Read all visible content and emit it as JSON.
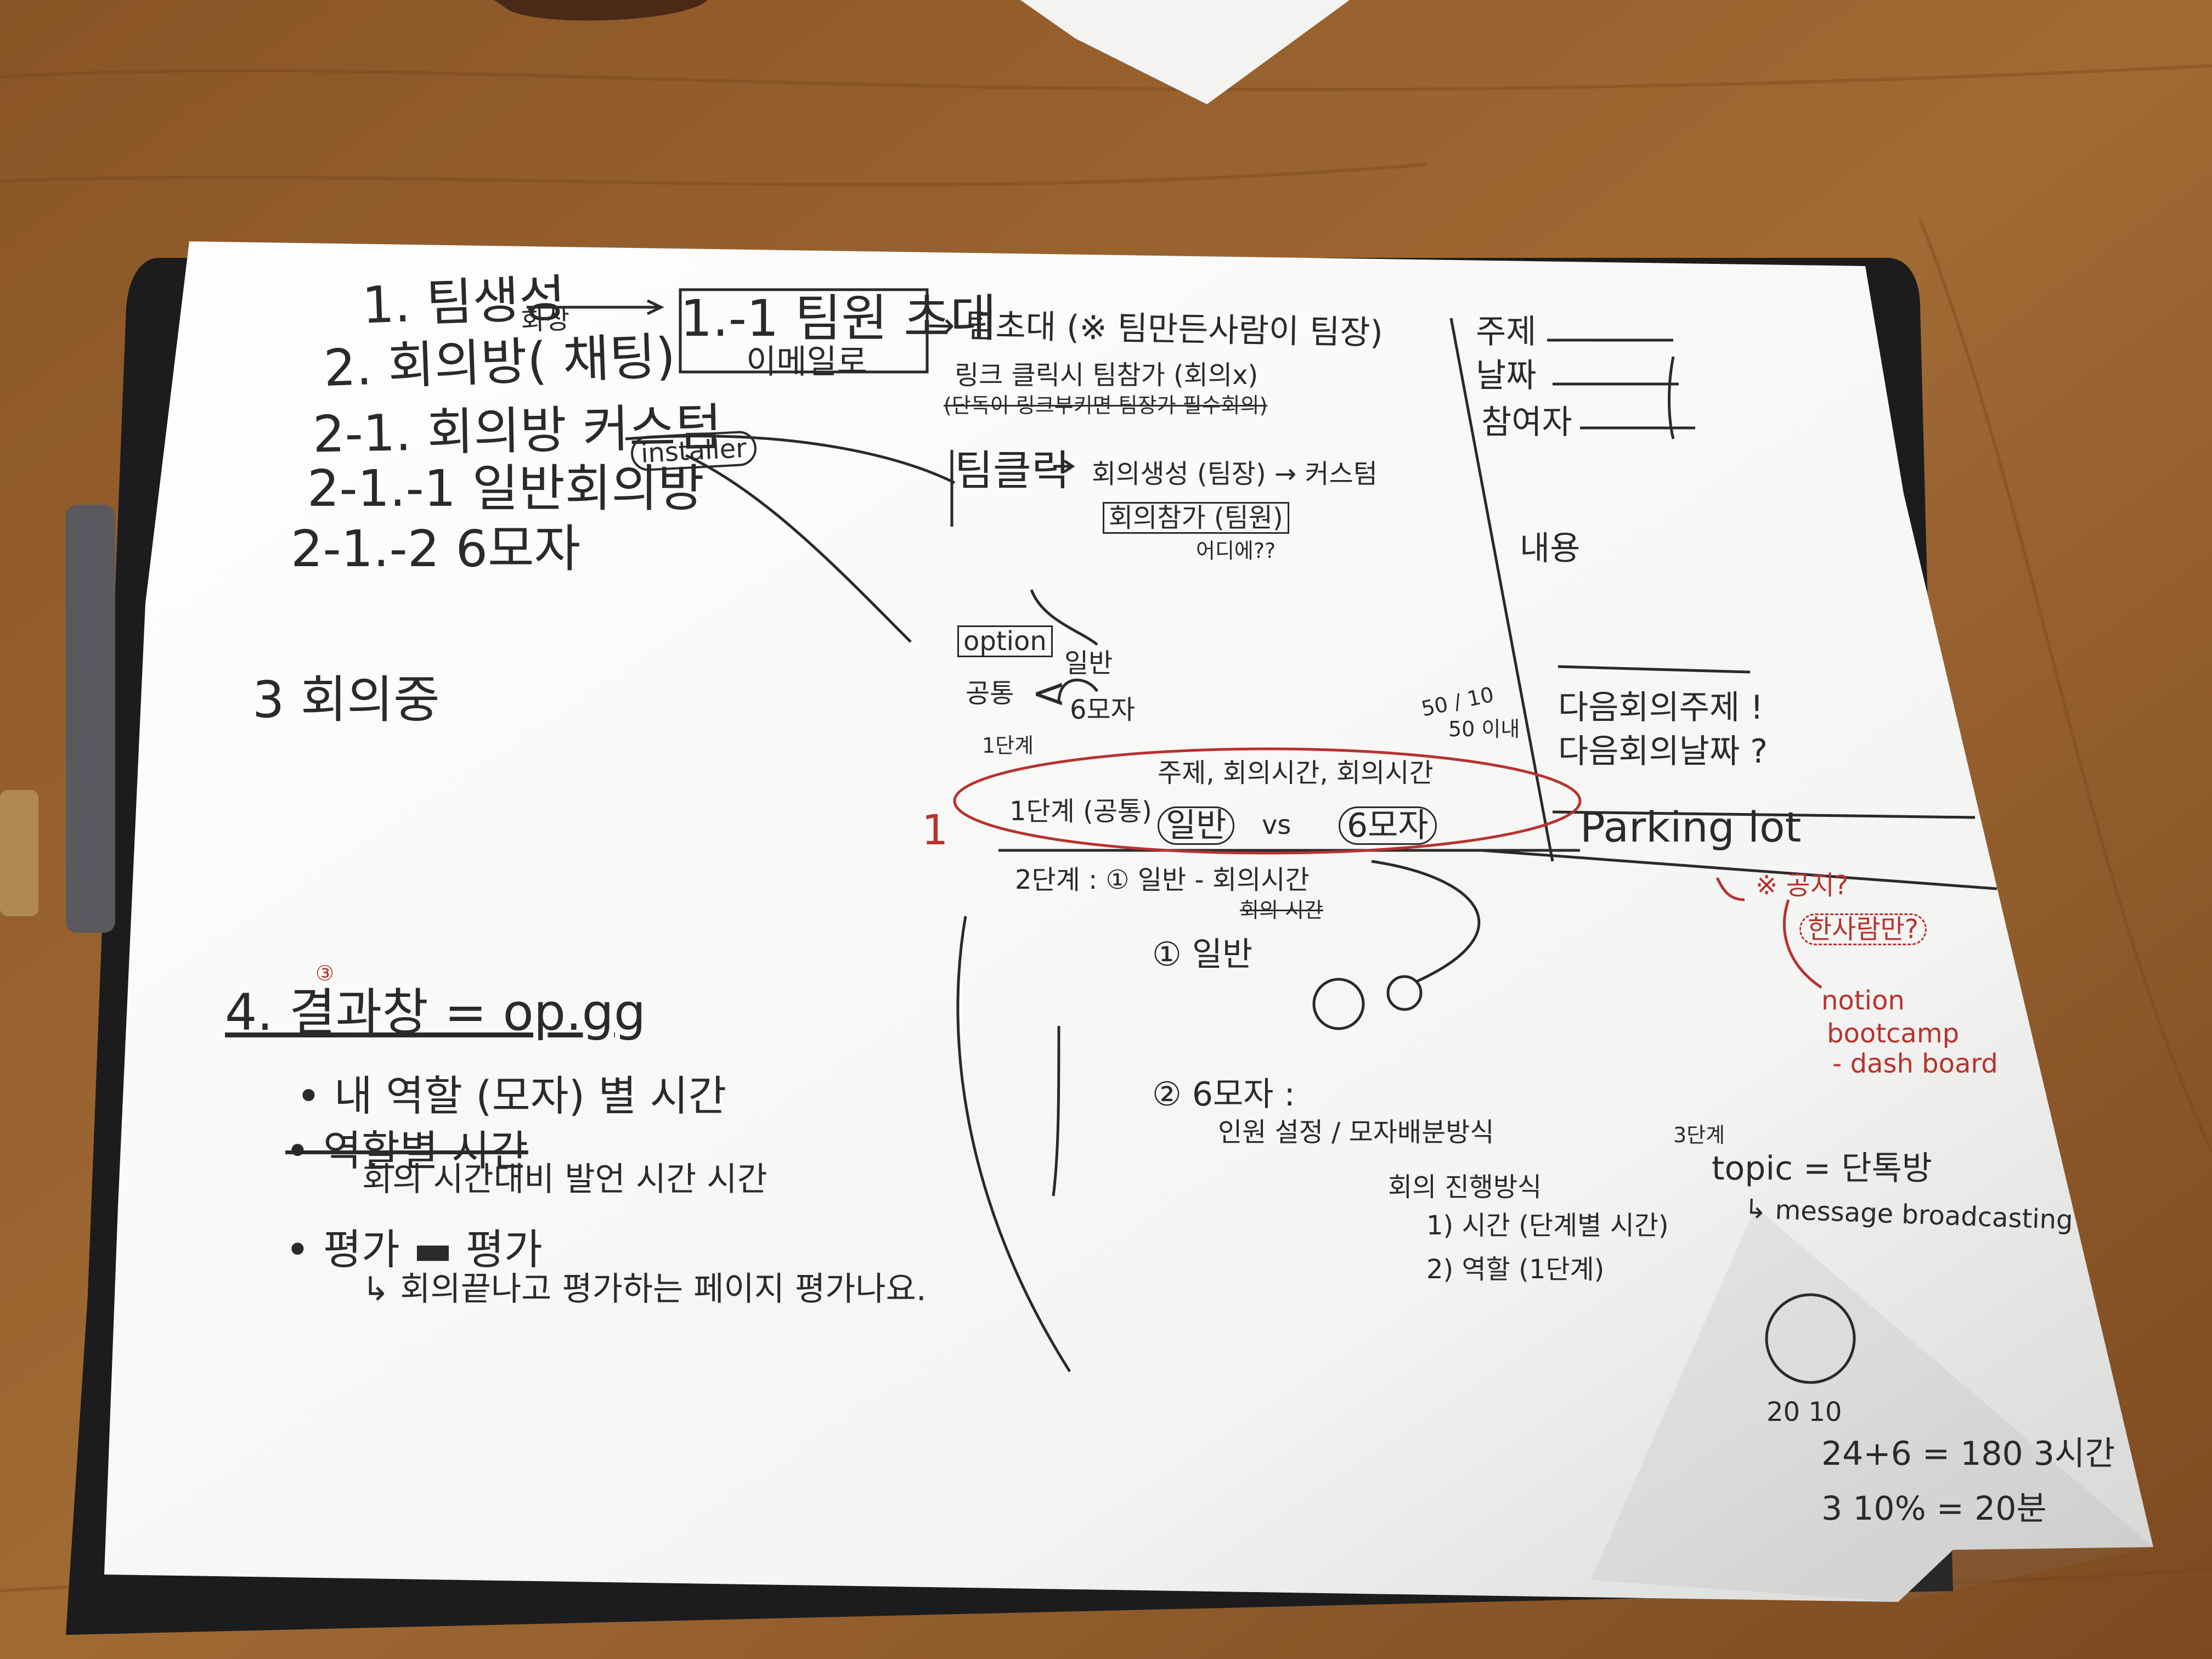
{
  "notes": {
    "left": {
      "item_1": "1. 팀생성",
      "item_2": "2. 회의방( 채팅)",
      "item_2_note": "화상",
      "item_2_1": "2-1. 회의방 커스텀",
      "installer": "installer",
      "item_2_1_1": "2-1.-1 일반회의방",
      "item_2_1_2": "2-1.-2 6모자",
      "item_3": "3 회의중",
      "item_4": "4. 결과창 = op.gg",
      "item_4_badge": "③",
      "bullet_1": "• 내 역할 (모자) 별 시간",
      "bullet_2": "• 역할별 시간",
      "bullet_2_sub": "회의 시간대비 발언 시간 시간",
      "bullet_3": "• 평가 ▬ 평가",
      "bullet_3_sub": "↳ 회의끝나고 평가하는 페이지 평가나요."
    },
    "center": {
      "invite_box": "1.-1 팀원 초대",
      "email_note": "이메일로",
      "invite_desc": "→ 팀초대 (※ 팀만든사람이 팀장)",
      "link_note": "링크 클릭시 팀참가 (회의x)",
      "link_note_2": "(단독이 링크부키면 팀장가 필수회의)",
      "team_click": "팀클릭",
      "meeting_create": "회의생성 (팀장) → 커스텀",
      "meeting_join": "회의참가 (팀원)",
      "where": "어디에??",
      "option_label": "option",
      "common": "공통",
      "general": "일반",
      "six_hats": "6모자",
      "step_1_label": "1단계",
      "topic_row": "주제, 회의시간, 회의시간",
      "step_1": "1단계 (공통)",
      "general_circle": "일반",
      "vs": "vs",
      "six_hats_circle": "6모자",
      "step_2": "2단계 : ① 일반 - 회의시간",
      "step_2_note": "회의 시간",
      "opt_1": "① 일반",
      "opt_2": "② 6모자 :",
      "opt_2_desc": "인원 설정 / 모자배분방식",
      "progress_method": "회의 진행방식",
      "progress_1": "1) 시간 (단계별 시간)",
      "progress_2": "2) 역할 (1단계)",
      "step_3": "3단계",
      "topic_eq": "topic = 단톡방",
      "message": "↳ message broadcasting",
      "red_one": "1",
      "numbers_top": "50 / 10",
      "numbers_mid": "50 이내",
      "calc_1": "20   10",
      "calc_2": "24+6 = 180   3시간",
      "calc_3": "3  10% = 20분"
    },
    "right": {
      "topic": "주제",
      "date": "날짜",
      "participants": "참여자",
      "content": "내용",
      "next_topic": "다음회의주제 !",
      "next_date": "다음회의날짜 ?",
      "parking_lot": "Parking lot",
      "red_q1": "※ 공지?",
      "red_q2": "한사람만?",
      "red_notion": "notion",
      "red_bootcamp": "bootcamp",
      "red_dashboard": "- dash board"
    }
  },
  "colors": {
    "table": "#9a6430",
    "paper": "#fbfbf9",
    "ink": "#2a2a2a",
    "red_ink": "#b8322e",
    "clipboard": "#1c1c1e"
  }
}
